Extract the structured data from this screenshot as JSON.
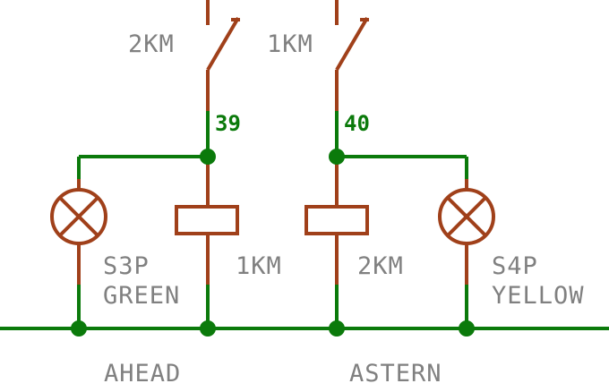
{
  "contacts": {
    "left_label": "2KM",
    "right_label": "1KM"
  },
  "nets": {
    "left": "39",
    "right": "40"
  },
  "coils": {
    "left_label": "1KM",
    "right_label": "2KM"
  },
  "lamps": {
    "left": {
      "ref": "S3P",
      "color_name": "GREEN"
    },
    "right": {
      "ref": "S4P",
      "color_name": "YELLOW"
    }
  },
  "circuits": {
    "left": "AHEAD",
    "right": "ASTERN"
  },
  "colors": {
    "wire": "#0b7a0b",
    "component": "#a0401a",
    "text": "#808080",
    "net_label": "#0b7a0b"
  }
}
